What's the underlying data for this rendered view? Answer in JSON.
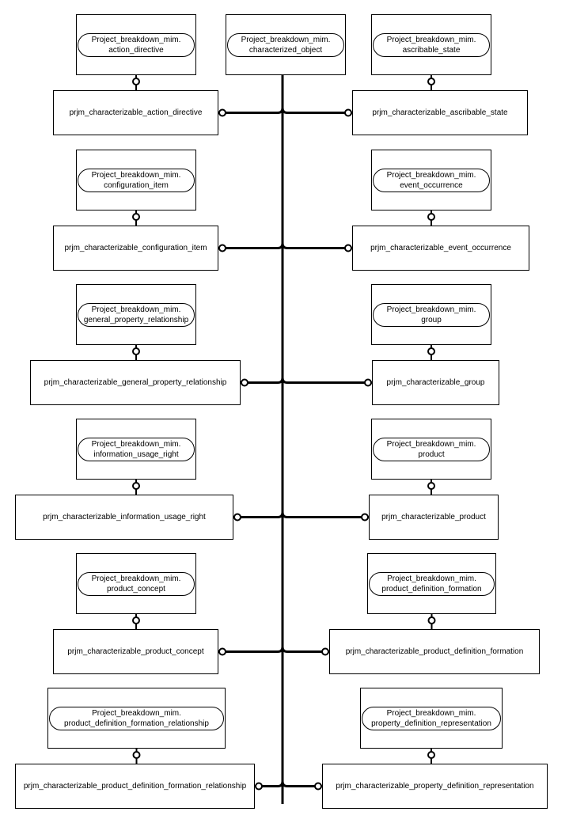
{
  "supertype": {
    "line1": "Project_breakdown_mim.",
    "line2": "characterized_object"
  },
  "left_column": [
    {
      "mim_line1": "Project_breakdown_mim.",
      "mim_line2": "action_directive",
      "entity": "prjm_characterizable_action_directive"
    },
    {
      "mim_line1": "Project_breakdown_mim.",
      "mim_line2": "configuration_item",
      "entity": "prjm_characterizable_configuration_item"
    },
    {
      "mim_line1": "Project_breakdown_mim.",
      "mim_line2": "general_property_relationship",
      "entity": "prjm_characterizable_general_property_relationship"
    },
    {
      "mim_line1": "Project_breakdown_mim.",
      "mim_line2": "information_usage_right",
      "entity": "prjm_characterizable_information_usage_right"
    },
    {
      "mim_line1": "Project_breakdown_mim.",
      "mim_line2": "product_concept",
      "entity": "prjm_characterizable_product_concept"
    },
    {
      "mim_line1": "Project_breakdown_mim.",
      "mim_line2": "product_definition_formation_relationship",
      "entity": "prjm_characterizable_product_definition_formation_relationship"
    }
  ],
  "right_column": [
    {
      "mim_line1": "Project_breakdown_mim.",
      "mim_line2": "ascribable_state",
      "entity": "prjm_characterizable_ascribable_state"
    },
    {
      "mim_line1": "Project_breakdown_mim.",
      "mim_line2": "event_occurrence",
      "entity": "prjm_characterizable_event_occurrence"
    },
    {
      "mim_line1": "Project_breakdown_mim.",
      "mim_line2": "group",
      "entity": "prjm_characterizable_group"
    },
    {
      "mim_line1": "Project_breakdown_mim.",
      "mim_line2": "product",
      "entity": "prjm_characterizable_product"
    },
    {
      "mim_line1": "Project_breakdown_mim.",
      "mim_line2": "product_definition_formation",
      "entity": "prjm_characterizable_product_definition_formation"
    },
    {
      "mim_line1": "Project_breakdown_mim.",
      "mim_line2": "property_definition_representation",
      "entity": "prjm_characterizable_property_definition_representation"
    }
  ]
}
